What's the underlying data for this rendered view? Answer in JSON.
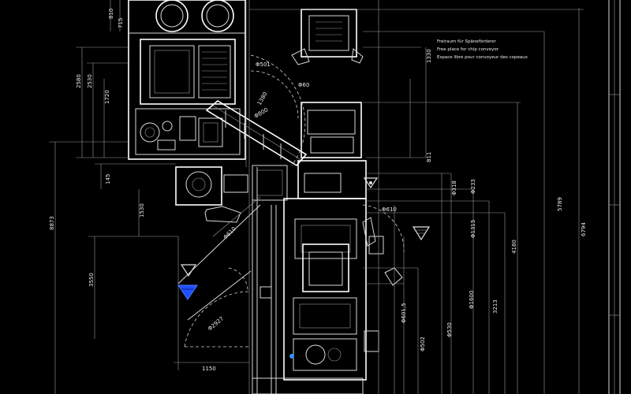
{
  "drawing": {
    "notes": {
      "line_1": "Freiraum für Späneförderer",
      "line_2": "Free place for chip conveyor",
      "line_3": "Espace libre pour convoyeur des copeaux"
    },
    "dimensions": {
      "d_810": "810",
      "d_715": "715",
      "d_2580": "2580",
      "d_2530": "2530",
      "d_1720": "1720",
      "d_145": "145",
      "d_1530": "1530",
      "d_3550": "3550",
      "d_8873": "8873",
      "d_1150": "1150",
      "d_phi501": "Φ501",
      "d_phi60": "Φ60",
      "d_phi800": "Φ800",
      "d_1380": "1380",
      "d_1330": "1330",
      "d_811": "811",
      "d_phi318": "Φ318",
      "d_phi233": "Φ233",
      "d_phi610": "Φ610",
      "d_phi1315": "Φ1315",
      "d_phi610_b": "Φ610",
      "d_phi2927": "Φ2927",
      "d_phi601_5": "Φ601,5",
      "d_phi502": "Φ502",
      "d_phi530": "Φ530",
      "d_phi1600": "Φ1600",
      "d_3213": "3213",
      "d_4180": "4180",
      "d_5789": "5789",
      "d_6794": "6794"
    },
    "colors": {
      "background": "#000000",
      "lines": "#d8d8d8",
      "accent_blue": "#1f4fff"
    },
    "icons": [
      "floor-marker-icon",
      "floor-marker-blue-icon"
    ]
  }
}
